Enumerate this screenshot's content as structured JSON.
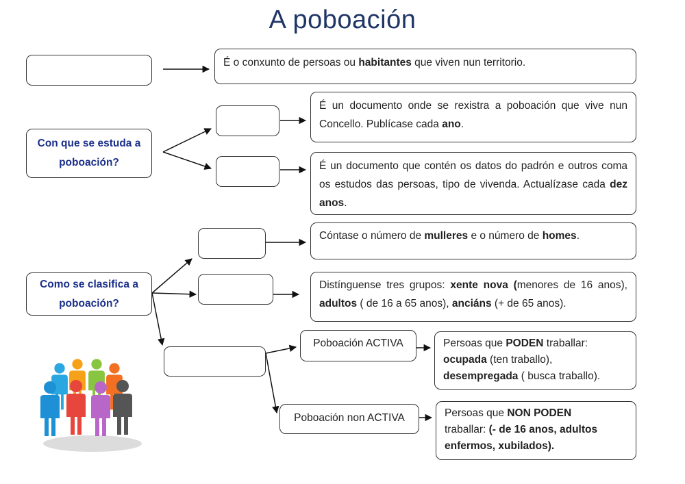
{
  "title": "A poboación",
  "row1": {
    "definition": [
      {
        "t": "É o conxunto de persoas ou "
      },
      {
        "t": "habitantes",
        "b": true
      },
      {
        "t": " que viven nun territorio."
      }
    ]
  },
  "question1": {
    "line1": "Con que se estuda a",
    "line2": "poboación?"
  },
  "padron_desc": [
    {
      "t": "É un documento onde se rexistra a poboación que vive nun Concello. Publícase cada "
    },
    {
      "t": "ano",
      "b": true
    },
    {
      "t": "."
    }
  ],
  "censo_desc": [
    {
      "t": "É un documento que contén os datos do padrón e outros coma os estudos das persoas, tipo de vivenda. Actualízase cada "
    },
    {
      "t": "dez anos",
      "b": true
    },
    {
      "t": "."
    }
  ],
  "question2": {
    "line1": "Como se clasifica  a",
    "line2": "poboación?"
  },
  "sex_desc": [
    {
      "t": "Cóntase o número de "
    },
    {
      "t": "mulleres",
      "b": true
    },
    {
      "t": " e o número de "
    },
    {
      "t": "homes",
      "b": true
    },
    {
      "t": "."
    }
  ],
  "age_desc": [
    {
      "t": "Distínguense tres grupos: "
    },
    {
      "t": "xente nova (",
      "b": true
    },
    {
      "t": "menores de 16 anos), "
    },
    {
      "t": "adultos",
      "b": true
    },
    {
      "t": " ( de 16 a 65 anos), "
    },
    {
      "t": "anciáns",
      "b": true
    },
    {
      "t": " (+ de 65 anos)."
    }
  ],
  "activa_label": "Poboación ACTIVA",
  "activa_desc": [
    {
      "t": "Persoas que "
    },
    {
      "t": "PODEN",
      "b": true
    },
    {
      "t": " traballar:",
      "br": true
    },
    {
      "t": "ocupada",
      "b": true
    },
    {
      "t": " (ten traballo),",
      "br": true
    },
    {
      "t": "desempregada",
      "b": true
    },
    {
      "t": " ( busca traballo)."
    }
  ],
  "nonactiva_label": "Poboación non ACTIVA",
  "nonactiva_desc": [
    {
      "t": "Persoas que "
    },
    {
      "t": "NON PODEN",
      "b": true,
      "br": true
    },
    {
      "t": "traballar: "
    },
    {
      "t": "(- de 16 anos, adultos",
      "b": true,
      "br": true
    },
    {
      "t": "enfermos, xubilados).",
      "b": true
    }
  ],
  "people_colors": [
    "#2aa7e0",
    "#f6a11a",
    "#88c540",
    "#f36f21",
    "#1e90d6",
    "#e6463b",
    "#b866c7",
    "#555555"
  ]
}
